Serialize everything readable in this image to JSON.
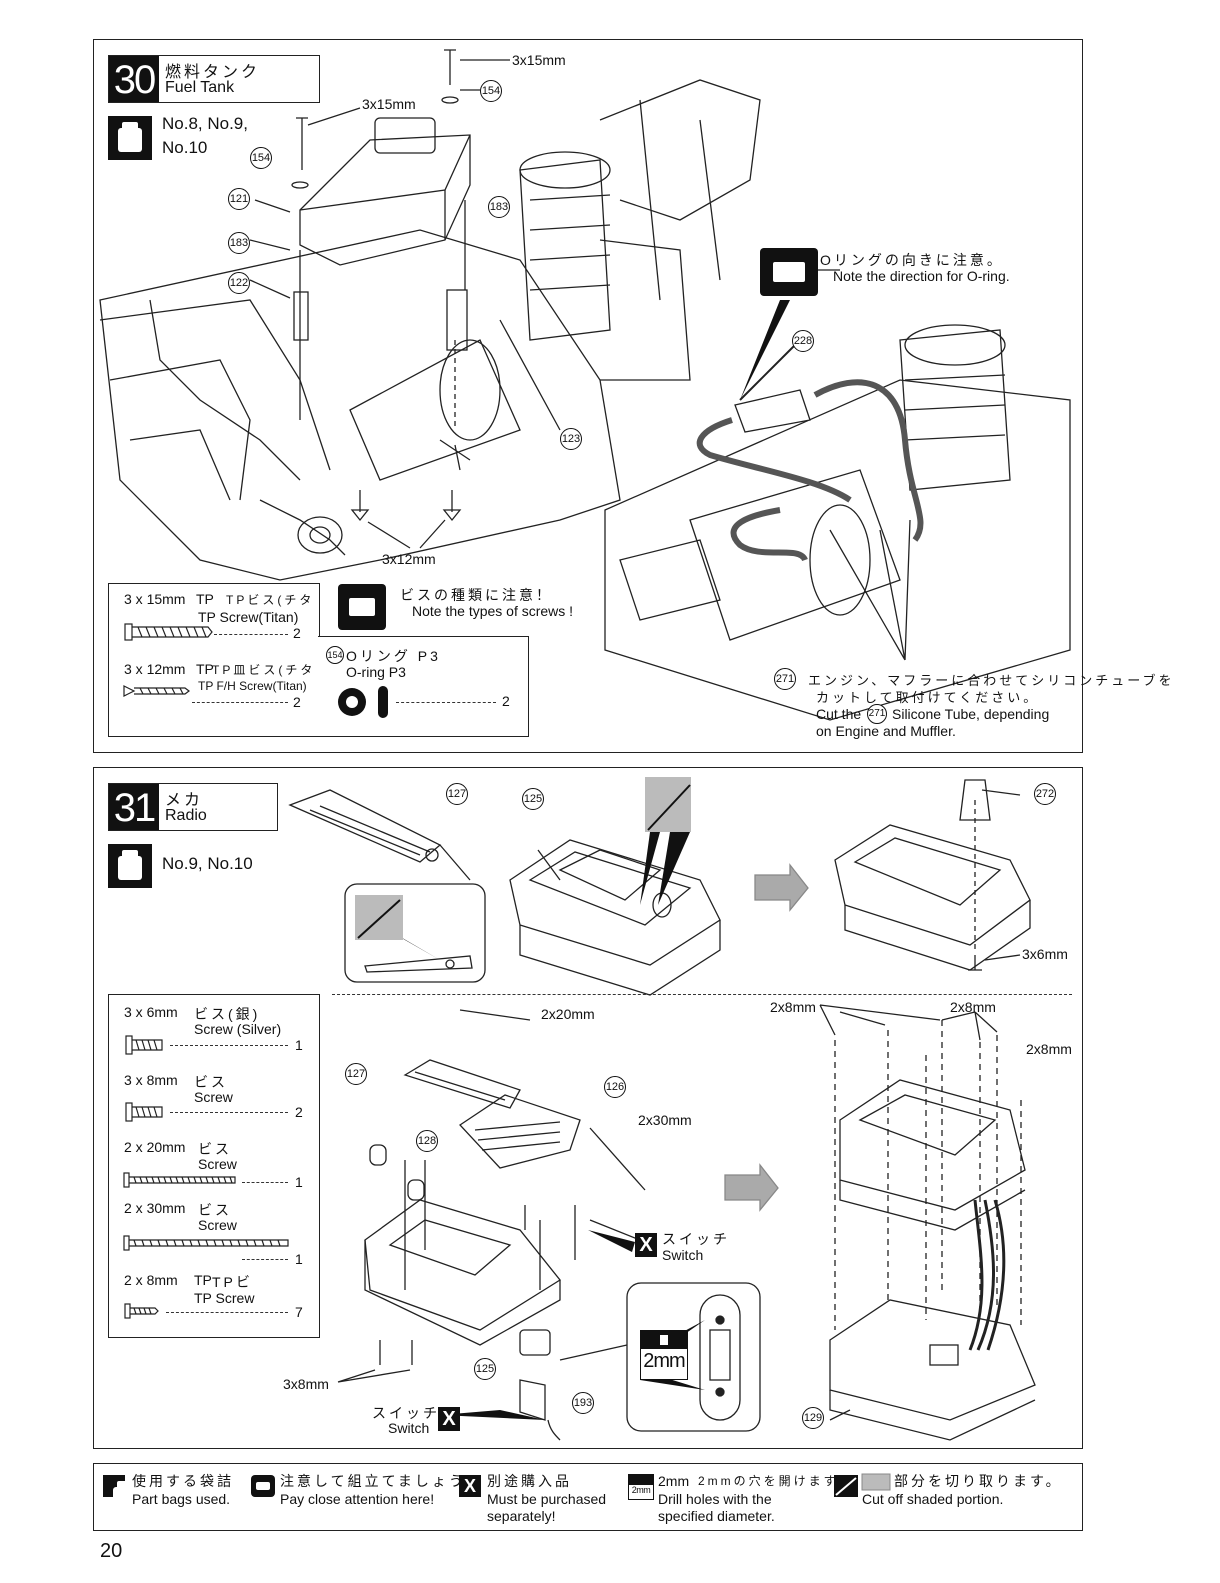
{
  "step30": {
    "number": "30",
    "title_jp": "燃料タンク",
    "title_en": "Fuel Tank",
    "bags": "No.8, No.9,\nNo.10",
    "bag1": "No.8, No.9,",
    "bag2": "No.10",
    "labels": {
      "screw_top": "3x15mm",
      "screw_left": "3x15mm",
      "screw_bottom": "3x12mm"
    },
    "parts": [
      "154",
      "154",
      "121",
      "183",
      "183",
      "122",
      "123",
      "228",
      "271"
    ],
    "oring_note_jp": "Oリングの向きに注意。",
    "oring_note_en": "Note the direction for O-ring.",
    "screw_note_jp": "ビスの種類に注意！",
    "screw_note_en": "Note the types of screws !",
    "silicone_note_jp1": "エンジン、マフラーに合わせてシリコンチューブを",
    "silicone_note_jp2": "カットして取付けてください。",
    "silicone_note_en1": "Cut the",
    "silicone_note_num": "271",
    "silicone_note_en2": "Silicone Tube, depending",
    "silicone_note_en3": "on Engine and Muffler.",
    "screws": [
      {
        "size": "3 x 15mm",
        "jp": "TPビス(チタン)",
        "prefix": "TP",
        "en": "TP Screw(Titan)",
        "qty": "2"
      },
      {
        "size": "3 x 12mm",
        "jp": "TP皿ビス(チタン)",
        "prefix": "TP",
        "en": "TP F/H Screw(Titan)",
        "qty": "2"
      }
    ],
    "oring": {
      "num": "154",
      "jp": "Oリング P3",
      "en": "O-ring P3",
      "qty": "2"
    }
  },
  "step31": {
    "number": "31",
    "title_jp": "メカ",
    "title_en": "Radio",
    "bags": "No.9, No.10",
    "labels": {
      "l3x6": "3x6mm",
      "l2x20": "2x20mm",
      "l2x30": "2x30mm",
      "l2x8a": "2x8mm",
      "l2x8b": "2x8mm",
      "l2x8c": "2x8mm",
      "l3x8": "3x8mm",
      "switch_jp": "スイッチ",
      "switch_en": "Switch",
      "switch2_jp": "スイッチ",
      "switch2_en": "Switch",
      "drill": "2mm"
    },
    "parts": [
      "127",
      "125",
      "272",
      "127",
      "126",
      "128",
      "125",
      "193",
      "129"
    ],
    "screws": [
      {
        "size": "3 x 6mm",
        "jp": "ビス(銀)",
        "en": "Screw (Silver)",
        "qty": "1"
      },
      {
        "size": "3 x 8mm",
        "jp": "ビス",
        "en": "Screw",
        "qty": "2"
      },
      {
        "size": "2 x 20mm",
        "jp": "ビス",
        "en": "Screw",
        "qty": "1"
      },
      {
        "size": "2 x 30mm",
        "jp": "ビス",
        "en": "Screw",
        "qty": "1"
      },
      {
        "size": "2 x 8mm",
        "jp": "TPビス",
        "prefix": "TP",
        "en": "TP Screw",
        "qty": "7"
      }
    ]
  },
  "legend": [
    {
      "jp": "使用する袋詰",
      "en": "Part bags used."
    },
    {
      "jp": "注意して組立てましょう。",
      "en": "Pay close attention here!"
    },
    {
      "jp": "別途購入品",
      "en1": "Must be purchased",
      "en2": "separately!"
    },
    {
      "jp": "2mmの穴を開けます。",
      "head": "2mm",
      "en1": "Drill holes with the",
      "en2": "specified diameter."
    },
    {
      "jp": "部分を切り取ります。",
      "en": "Cut off shaded portion."
    }
  ],
  "legend_drill_badge": "2mm",
  "legend_x": "X",
  "page_number": "20"
}
